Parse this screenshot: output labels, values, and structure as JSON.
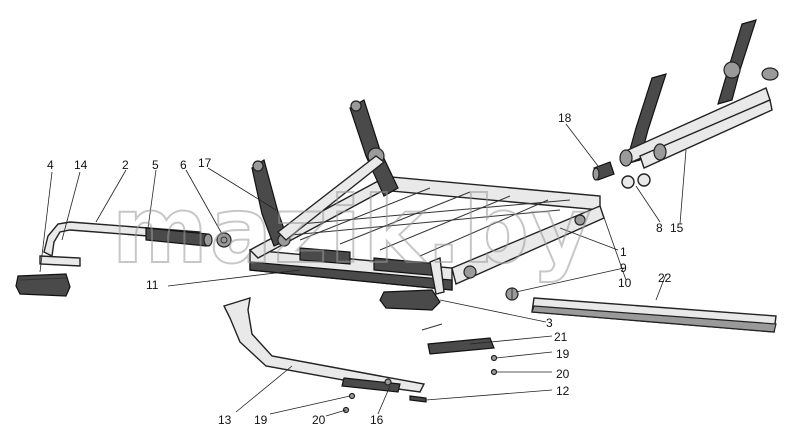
{
  "watermark": "mazik.by",
  "corner_mark": "",
  "callouts": [
    {
      "id": "4",
      "text": "4"
    },
    {
      "id": "14",
      "text": "14"
    },
    {
      "id": "2",
      "text": "2"
    },
    {
      "id": "5",
      "text": "5"
    },
    {
      "id": "6",
      "text": "6"
    },
    {
      "id": "17",
      "text": "17"
    },
    {
      "id": "18",
      "text": "18"
    },
    {
      "id": "8",
      "text": "8"
    },
    {
      "id": "15",
      "text": "15"
    },
    {
      "id": "1",
      "text": "1"
    },
    {
      "id": "9",
      "text": "9"
    },
    {
      "id": "10",
      "text": "10"
    },
    {
      "id": "22",
      "text": "22"
    },
    {
      "id": "11",
      "text": "11"
    },
    {
      "id": "3",
      "text": "3"
    },
    {
      "id": "21",
      "text": "21"
    },
    {
      "id": "19a",
      "text": "19"
    },
    {
      "id": "20a",
      "text": "20"
    },
    {
      "id": "12",
      "text": "12"
    },
    {
      "id": "13",
      "text": "13"
    },
    {
      "id": "19b",
      "text": "19"
    },
    {
      "id": "20b",
      "text": "20"
    },
    {
      "id": "16",
      "text": "16"
    }
  ]
}
